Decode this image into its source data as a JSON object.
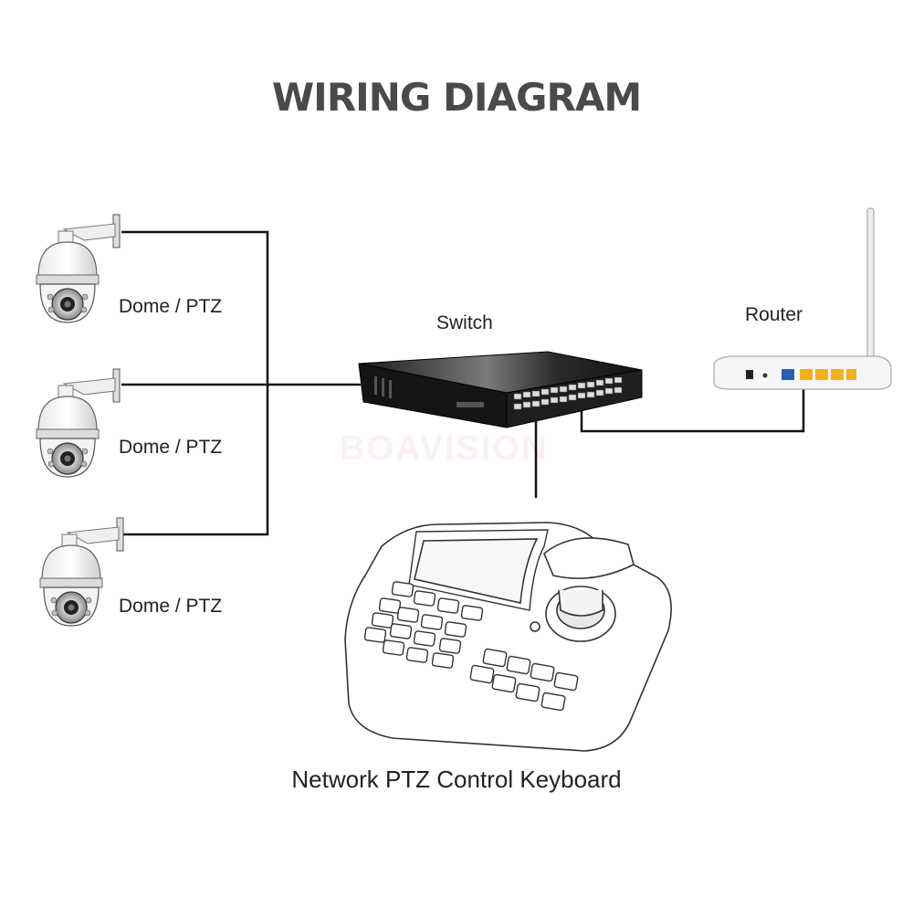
{
  "title": "WIRING DIAGRAM",
  "watermark": "BOAVISION",
  "devices": {
    "cameras": [
      {
        "label": "Dome / PTZ",
        "icon": "dome-camera-icon"
      },
      {
        "label": "Dome / PTZ",
        "icon": "dome-camera-icon"
      },
      {
        "label": "Dome / PTZ",
        "icon": "dome-camera-icon"
      }
    ],
    "switch": {
      "label": "Switch",
      "icon": "network-switch-icon"
    },
    "router": {
      "label": "Router",
      "icon": "router-icon"
    },
    "keyboard": {
      "label": "Network PTZ Control Keyboard",
      "icon": "ptz-keyboard-icon"
    }
  },
  "colors": {
    "line": "#111111",
    "title": "#4a4a4a",
    "router_ports": "#f2b01e",
    "router_uplink": "#2a5fb0"
  }
}
